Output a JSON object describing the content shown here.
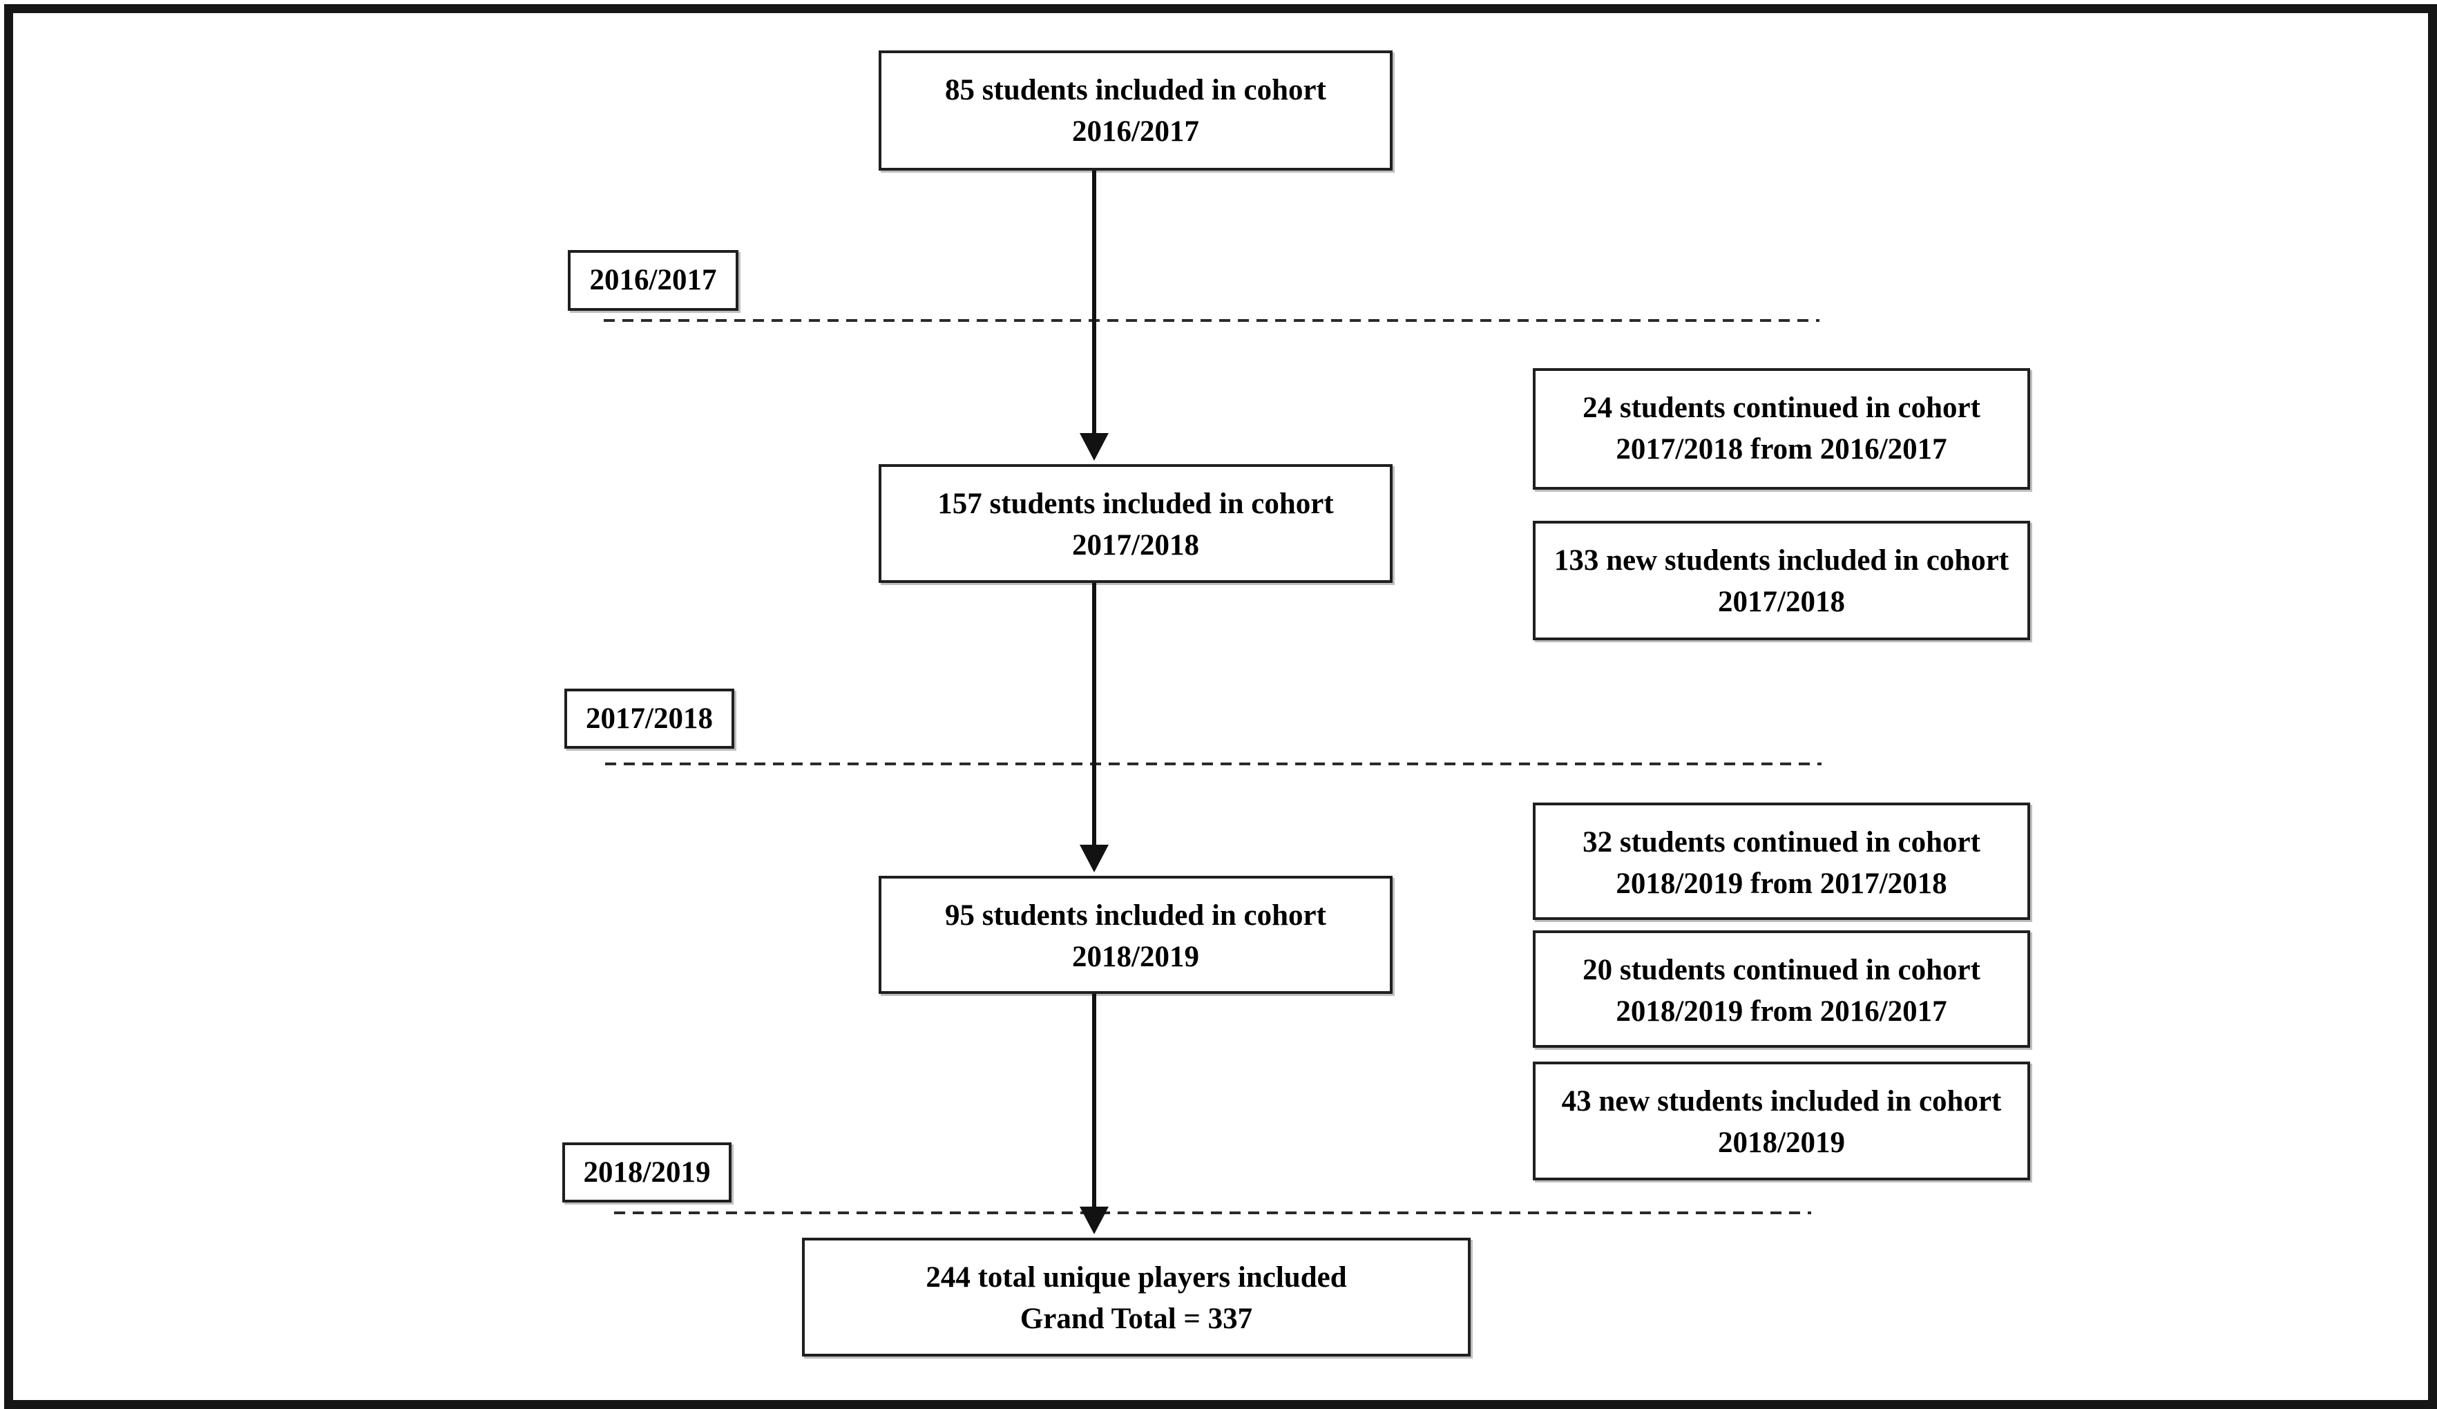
{
  "figure": {
    "type": "cohort-flow-diagram",
    "colors": {
      "background": "#ffffff",
      "frame_border": "#161616",
      "box_border": "#1f1f1f",
      "text": "#000000"
    },
    "flow": {
      "main_boxes": [
        {
          "line1": "85 students included in cohort",
          "line2": "2016/2017"
        },
        {
          "line1": "157 students included in cohort",
          "line2": "2017/2018"
        },
        {
          "line1": "95 students included in cohort",
          "line2": "2018/2019"
        }
      ],
      "total_box": {
        "line1": "244 total unique players included",
        "line2": "Grand Total = 337"
      },
      "year_labels": [
        "2016/2017",
        "2017/2018",
        "2018/2019"
      ],
      "side_boxes": [
        {
          "line1": "24 students continued in cohort",
          "line2": "2017/2018 from 2016/2017"
        },
        {
          "line1": "133 new students included in cohort",
          "line2": "2017/2018"
        },
        {
          "line1": "32 students continued in cohort",
          "line2": "2018/2019 from 2017/2018"
        },
        {
          "line1": "20 students continued in cohort",
          "line2": "2018/2019 from 2016/2017"
        },
        {
          "line1": "43 new students included in cohort",
          "line2": "2018/2019"
        }
      ]
    }
  }
}
